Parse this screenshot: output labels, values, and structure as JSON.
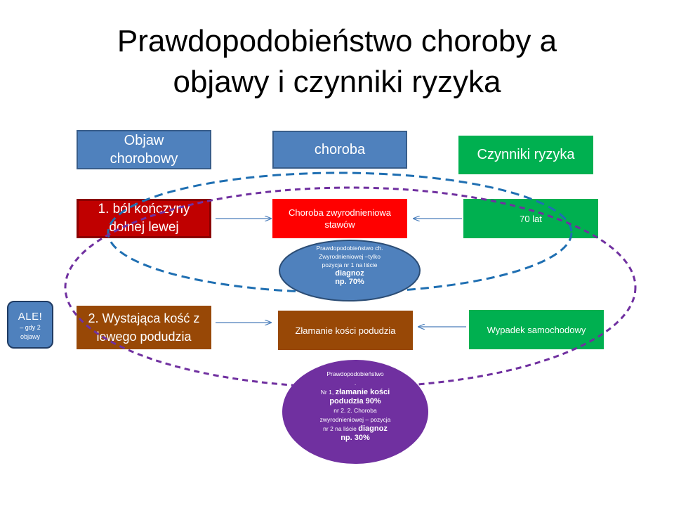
{
  "title": {
    "line1": "Prawdopodobieństwo choroby a",
    "line2": "objawy i czynniki ryzyka"
  },
  "headers": {
    "symptom": [
      "Objaw",
      "chorobowy"
    ],
    "disease": "choroba",
    "risk": "Czynniki ryzyka"
  },
  "row1": {
    "symptom": [
      "1. ból kończyny",
      "dolnej lewej"
    ],
    "disease": [
      "Choroba zwyrodnieniowa",
      "stawów"
    ],
    "risk": "70 lat"
  },
  "row2": {
    "symptom": [
      "2. Wystająca kość z",
      "lewego podudzia"
    ],
    "disease": "Złamanie kości podudzia",
    "risk": "Wypadek samochodowy"
  },
  "note_blue": {
    "l1": "Prawdopodobieństwo ch.",
    "l2": "Zwyrodnieniowej –tylko",
    "l3": "pozycja nr 1 na liście",
    "l4": "diagnoz",
    "l5": "np. 70%"
  },
  "note_purple": {
    "l1": "Prawdopodobieństwo",
    "l2": ".",
    "l3a": "Nr 1, ",
    "l3b": "złamanie kości",
    "l4": "podudzia 90%",
    "l5": "nr 2. 2. Choroba",
    "l6": "zwyrodnieniowej – pozycja",
    "l7a": "nr  2 na liście ",
    "l7b": "diagnoz",
    "l8": "np. 30%"
  },
  "ale": {
    "big": "ALE!",
    "small1": "– gdy 2",
    "small2": "objawy"
  },
  "colors": {
    "header_blue": "#4f81bd",
    "green": "#00b050",
    "dark_red": "#c00000",
    "red": "#ff0000",
    "brown": "#984806",
    "purple": "#7030a0",
    "blue_dash": "#1f6fb2",
    "purple_dash": "#7030a0",
    "arrow": "#4a7ebb"
  }
}
